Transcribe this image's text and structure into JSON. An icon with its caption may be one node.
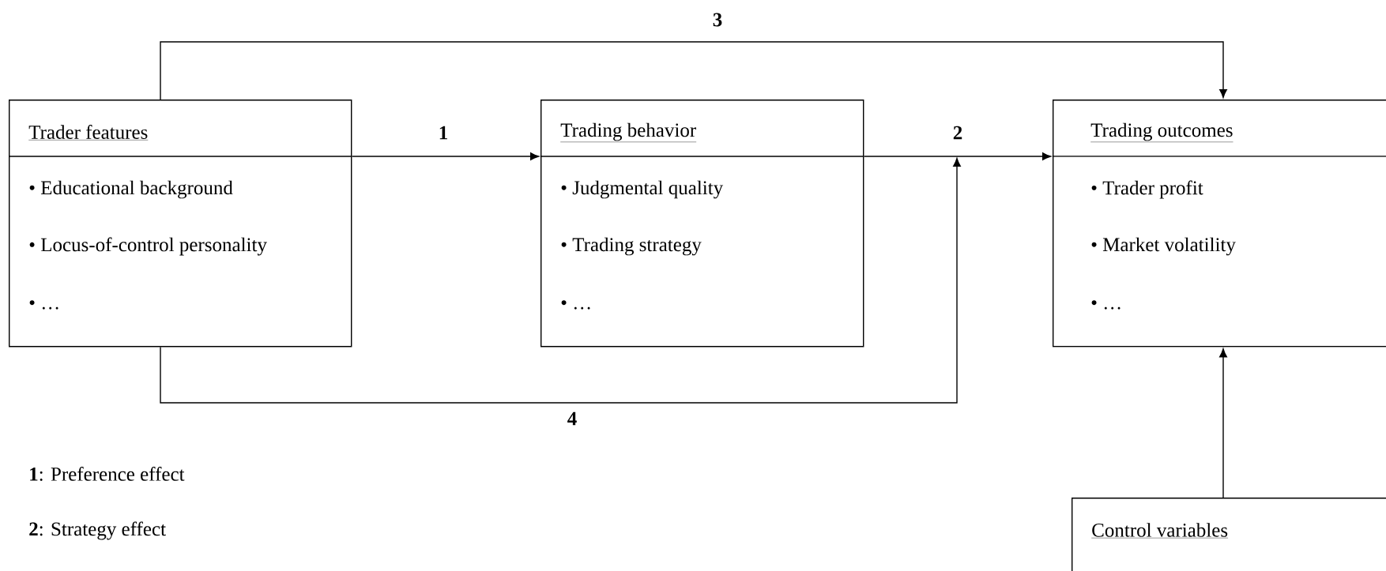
{
  "diagram": {
    "nodes": [
      {
        "text": [
          "Trader features",
          "• Educational background",
          "• Locus-of-control personality",
          "• …"
        ]
      },
      {
        "text": [
          "Trading behavior",
          "• Judgmental quality",
          "• Trading strategy",
          "• …"
        ]
      },
      {
        "text": [
          "Trading outcomes",
          "• Trader profit",
          "• Market volatility",
          "• …"
        ]
      },
      {
        "text": [
          "Control variables"
        ]
      }
    ],
    "edges": [
      {
        "from": 0,
        "to": 1,
        "arrow": "to",
        "label": "1"
      },
      {
        "from": 1,
        "to": 2,
        "arrow": "to",
        "label": "2"
      },
      {
        "from": 0,
        "to": 2,
        "arrow": "to",
        "label": "3"
      },
      {
        "from": 0,
        "to": null,
        "arrow": "to",
        "label": "4"
      },
      {
        "from": 3,
        "to": 2,
        "arrow": "to"
      }
    ],
    "labels": [
      "**1**: Preference effect",
      "**2**: Strategy effect"
    ]
  }
}
